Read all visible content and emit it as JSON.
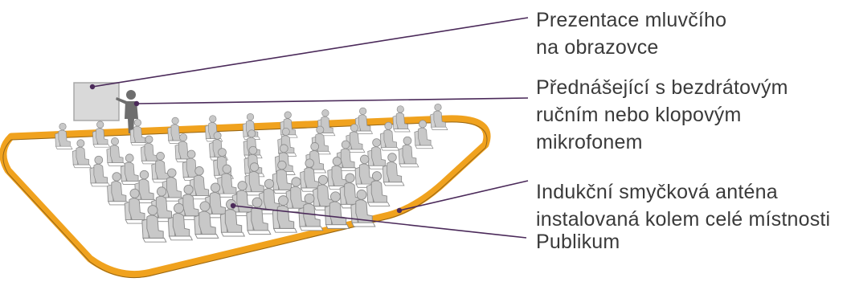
{
  "diagram": {
    "labels": {
      "screen": {
        "lines": [
          "Prezentace mluvčího",
          "na obrazovce"
        ]
      },
      "presenter": {
        "lines": [
          "Přednášející s bezdrátovým",
          "ručním nebo klopovým",
          "mikrofonem"
        ]
      },
      "loop": {
        "lines": [
          "Indukční smyčková anténa",
          "instalovaná kolem celé místnosti"
        ]
      },
      "audience": {
        "lines": [
          "Publikum"
        ]
      }
    },
    "colors": {
      "loop_wire": "#f0a21e",
      "leader_line": "#4b2a5a",
      "floor_line": "#c9c9c9",
      "seat": "#d2d2d2",
      "person": "#c8c8c8",
      "person_stroke": "#8c8c8c",
      "screen": "#d9d9d9",
      "presenter": "#6e6e6e",
      "text": "#3a3a3a"
    },
    "audience_rows": 6,
    "audience_seats_per_row": 11
  }
}
